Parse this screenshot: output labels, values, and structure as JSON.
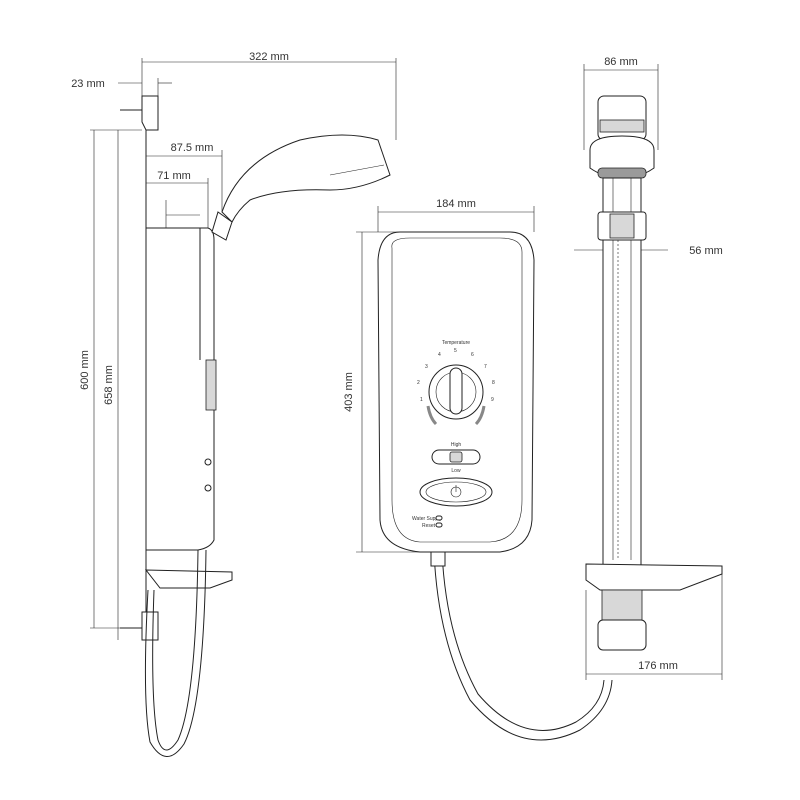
{
  "dimensions": {
    "side_width_total": "322 mm",
    "bracket_depth": "23 mm",
    "head_offset": "87.5 mm",
    "unit_depth": "71 mm",
    "height_unit": "600 mm",
    "height_total": "658 mm",
    "front_width": "184 mm",
    "front_height": "403 mm",
    "head_width": "86 mm",
    "rail_width": "56 mm",
    "soap_dish_width": "176 mm"
  },
  "panel": {
    "dial_label": "Temperature",
    "dial_numbers": [
      "1",
      "2",
      "3",
      "4",
      "5",
      "6",
      "7",
      "8",
      "9"
    ],
    "power_high": "High",
    "power_low": "Low",
    "indicator_water": "Water Supply",
    "indicator_reset": "Reset"
  }
}
